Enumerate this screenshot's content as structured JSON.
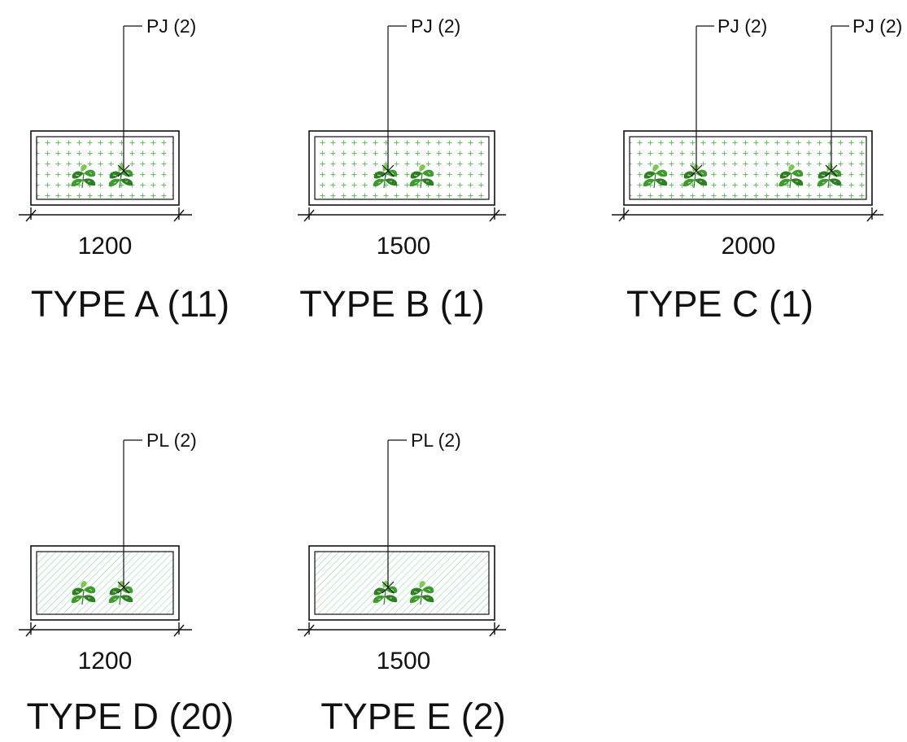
{
  "colors": {
    "line": "#111111",
    "cross_pattern": "#56c456",
    "hatch_pattern": "#7fcf9f",
    "leaf_dark": "#2f7d24",
    "leaf_light": "#7cc855"
  },
  "planters": [
    {
      "id": "type-a",
      "title": "TYPE A (11)",
      "dimension": "1200",
      "fill": "cross-pattern",
      "callouts": [
        "PJ (2)"
      ],
      "plant_icon": "plant-icon"
    },
    {
      "id": "type-b",
      "title": "TYPE B (1)",
      "dimension": "1500",
      "fill": "cross-pattern",
      "callouts": [
        "PJ (2)"
      ],
      "plant_icon": "plant-icon"
    },
    {
      "id": "type-c",
      "title": "TYPE C (1)",
      "dimension": "2000",
      "fill": "cross-pattern",
      "callouts": [
        "PJ (2)",
        "PJ (2)"
      ],
      "plant_icon": "plant-icon"
    },
    {
      "id": "type-d",
      "title": "TYPE D (20)",
      "dimension": "1200",
      "fill": "hatch-pattern",
      "callouts": [
        "PL (2)"
      ],
      "plant_icon": "plant-icon"
    },
    {
      "id": "type-e",
      "title": "TYPE E (2)",
      "dimension": "1500",
      "fill": "hatch-pattern",
      "callouts": [
        "PL (2)"
      ],
      "plant_icon": "plant-icon"
    }
  ]
}
